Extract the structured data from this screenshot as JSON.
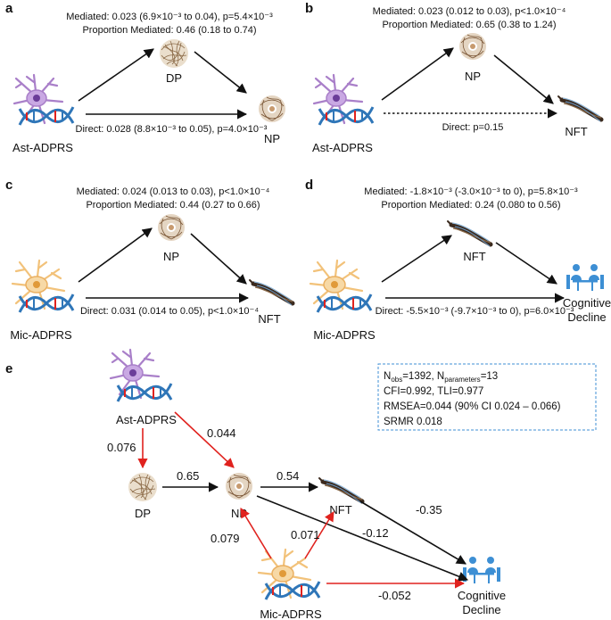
{
  "panels": {
    "a": {
      "letter": "a",
      "mediated": "Mediated: 0.023 (6.9×10⁻³ to 0.04), p=5.4×10⁻³",
      "proportion": "Proportion Mediated: 0.46 (0.18 to 0.74)",
      "direct": "Direct: 0.028 (8.8×10⁻³ to 0.05), p=4.0×10⁻³",
      "exposure": "Ast-ADPRS",
      "mediator": "DP",
      "outcome": "NP"
    },
    "b": {
      "letter": "b",
      "mediated": "Mediated: 0.023 (0.012 to 0.03), p<1.0×10⁻⁴",
      "proportion": "Proportion Mediated: 0.65 (0.38 to 1.24)",
      "direct": "Direct: p=0.15",
      "exposure": "Ast-ADPRS",
      "mediator": "NP",
      "outcome": "NFT"
    },
    "c": {
      "letter": "c",
      "mediated": "Mediated: 0.024 (0.013 to 0.03), p<1.0×10⁻⁴",
      "proportion": "Proportion Mediated: 0.44 (0.27 to 0.66)",
      "direct": "Direct: 0.031 (0.014 to 0.05), p<1.0×10⁻⁴",
      "exposure": "Mic-ADPRS",
      "mediator": "NP",
      "outcome": "NFT"
    },
    "d": {
      "letter": "d",
      "mediated": "Mediated: -1.8×10⁻³ (-3.0×10⁻³ to 0), p=5.8×10⁻³",
      "proportion": "Proportion Mediated: 0.24 (0.080 to 0.56)",
      "direct": "Direct: -5.5×10⁻³ (-9.7×10⁻³ to 0), p=6.0×10⁻³",
      "exposure": "Mic-ADPRS",
      "mediator": "NFT",
      "outcome_line1": "Cognitive",
      "outcome_line2": "Decline"
    }
  },
  "sem": {
    "letter": "e",
    "nodes": {
      "ast": "Ast-ADPRS",
      "mic": "Mic-ADPRS",
      "dp": "DP",
      "np": "NP",
      "nft": "NFT",
      "cog1": "Cognitive",
      "cog2": "Decline"
    },
    "paths": {
      "ast_dp": "0.076",
      "ast_np": "0.044",
      "dp_np": "0.65",
      "np_nft": "0.54",
      "np_cog": "-0.12",
      "nft_cog": "-0.35",
      "mic_np": "0.079",
      "mic_nft": "0.071",
      "mic_cog": "-0.052"
    },
    "fit": {
      "nobs_pre": "N",
      "nobs_sub": "obs",
      "nobs_val": "=1392, N",
      "npar_sub": "parameters",
      "npar_val": "=13",
      "line2": "CFI=0.992, TLI=0.977",
      "line3": "RMSEA=0.044 (90% CI 0.024 – 0.066)",
      "line4": "SRMR 0.018"
    }
  },
  "colors": {
    "arrow_black": "#111111",
    "arrow_red": "#e0221e",
    "box_border": "#3f8fd6",
    "neuron_purple": "#a97fc9",
    "neuron_orange": "#f2c27a",
    "dna_blue": "#2f76b8",
    "plaque_brown": "#a07a55",
    "tangle_dark": "#3b2a1e",
    "people_blue": "#3d8fd4"
  }
}
